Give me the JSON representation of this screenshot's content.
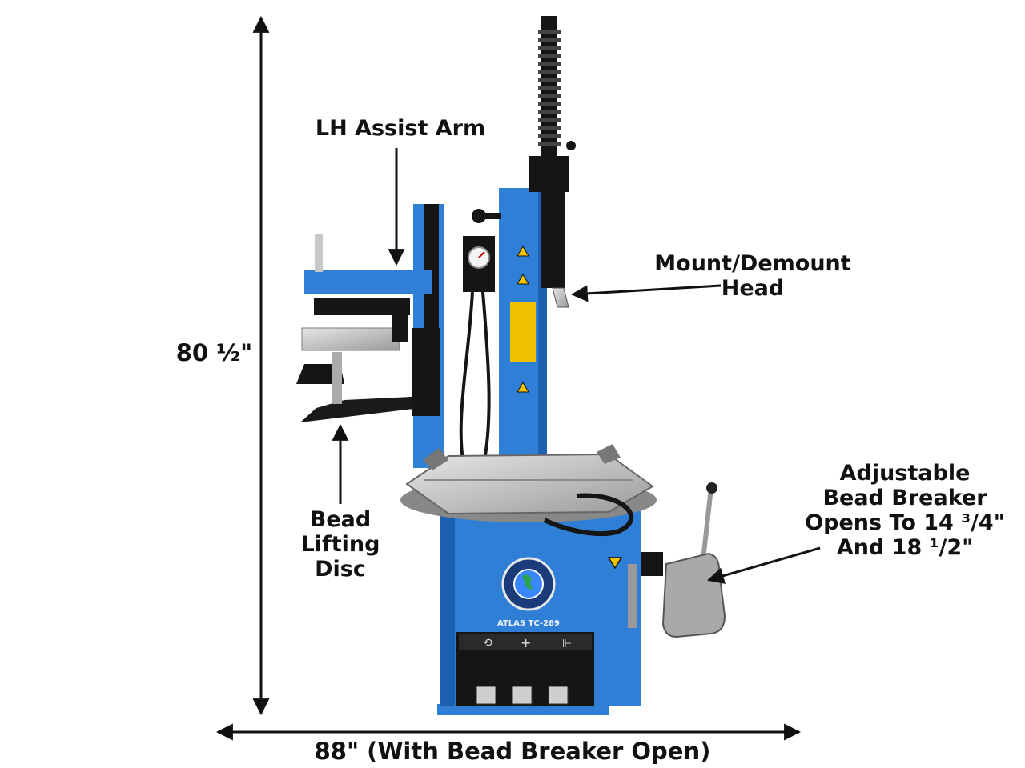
{
  "labels": {
    "lh_assist_arm": "LH Assist Arm",
    "mount_demount_head": [
      "Mount/Demount",
      "Head"
    ],
    "bead_lifting_disc": [
      "Bead",
      "Lifting",
      "Disc"
    ],
    "bead_breaker": [
      "Adjustable",
      "Bead Breaker",
      "Opens To 14 ³/4\"",
      "And 18 ¹/2\""
    ],
    "height": "80 ½\"",
    "width": "88\" (With Bead Breaker Open)"
  },
  "machine": {
    "brand_text": "ATLAS TC-289",
    "colors": {
      "body": "#2f7fd6",
      "body_dark": "#1d5fb0",
      "black": "#151515",
      "steel": "#c8c8c8",
      "warning": "#f2c200"
    }
  }
}
